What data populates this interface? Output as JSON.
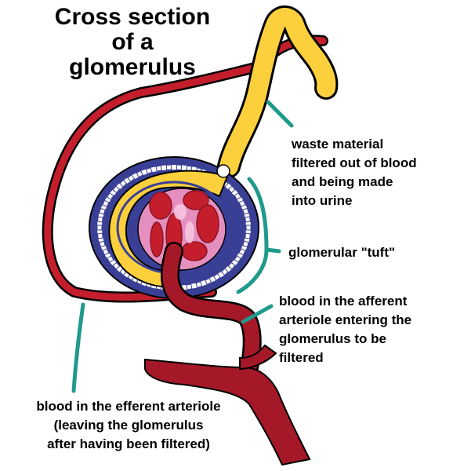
{
  "title": {
    "lines": [
      "Cross section",
      "of a",
      "glomerulus"
    ]
  },
  "labels": {
    "waste": [
      "waste material",
      "filtered out of blood",
      "and being made",
      "into urine"
    ],
    "tuft": [
      "glomerular \"tuft\""
    ],
    "afferent": [
      "blood in the afferent",
      "arteriole entering the",
      "glomerulus to be",
      "filtered"
    ],
    "efferent": [
      "blood in the efferent arteriole",
      "(leaving the glomerulus",
      "after having been filtered)"
    ]
  },
  "colors": {
    "vessel": "#c41e2c",
    "vessel_dark": "#8e1422",
    "tubule": "#fcd03c",
    "capsule": "#3a3f96",
    "tuft_pink": "#e58fc0",
    "leader": "#1f9a8c",
    "outline": "#000000"
  }
}
